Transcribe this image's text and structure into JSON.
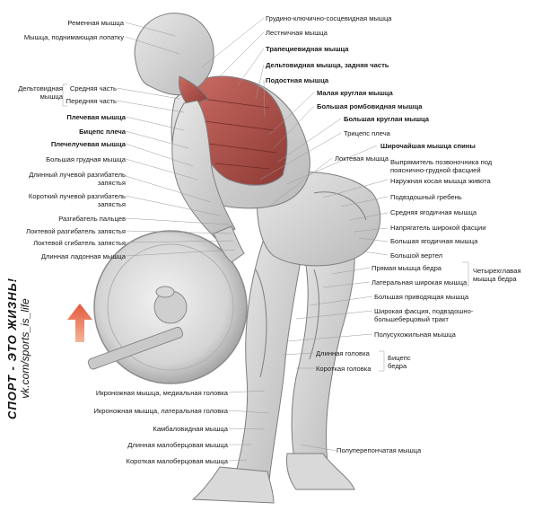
{
  "brand": {
    "slogan": "СПОРТ - ЭТО ЖИЗНЬ!",
    "link": "vk.com/sports_is_life"
  },
  "labels": {
    "remennaya": "Ременная мышца",
    "podnim_lopatku": "Мышца, поднимающая лопатку",
    "deltoid": "Дельтовидная мышца",
    "srednyaya": "Средняя часть",
    "perednyaya": "Передняя часть",
    "plechevaya": "Плечевая мышца",
    "biceps": "Бицепс плеча",
    "plecheluchevaya": "Плечелучевая мышца",
    "grudnaya": "Большая грудная мышца",
    "dlinny_luchevoy": "Длинный лучевой разгибатель запястья",
    "korotky_luchevoy": "Короткий лучевой разгибатель запястья",
    "razgib_paltsev": "Разгибатель пальцев",
    "loktevoy_razgib": "Локтевой разгибатель запястья",
    "loktevoy_sgib": "Локтевой сгибатель запястья",
    "ladonnaya": "Длинная ладонная мышца",
    "grudino": "Грудино-ключично-сосцевидная мышца",
    "lestnichnaya": "Лестничная мышца",
    "trapeciya": "Трапециевидная мышца",
    "delt_zad": "Дельтовидная мышца, задняя часть",
    "podostnaya": "Подостная мышца",
    "malaya_kruglaya": "Малая круглая мышца",
    "romboid": "Большая ромбовидная мышца",
    "bolshaya_kruglaya": "Большая круглая мышца",
    "triceps": "Трицепс плеча",
    "shirochayshaya": "Широчайшая мышца спины",
    "loktevaya": "Локтевая мышца",
    "vypryamitel": "Выпрямитель позвоночника под пояснично-грудной фасцией",
    "naruzh_kosaya": "Наружная косая мышца живота",
    "podvzdoshny": "Подвздошный гребень",
    "srednyaya_yagod": "Средняя ягодичная мышца",
    "napryagatel": "Напрягатель широкой фасции",
    "bolshaya_yagod": "Большая ягодичная мышца",
    "vertel": "Большой вертел",
    "pryamaya": "Прямая мышца бедра",
    "lateral_shirokaya": "Латеральная широкая мышца",
    "quad_group": "Четырехглавая мышца бедра",
    "privodyaschaya": "Большая приводящая мышца",
    "fasciya": "Широкая фасция, подвздошно-большеберцовый тракт",
    "polusuhozh": "Полусухожильная мышца",
    "dlinnaya_golovka": "Длинная головка",
    "korotkaya_golovka": "Короткая головка",
    "biceps_bedra": "Бицепс бедра",
    "ikro_med": "Икроножная мышца, медиальная головка",
    "ikro_lat": "Икроножная мышца, латеральная головка",
    "kambalo": "Камбаловидная мышца",
    "dlinnaya_malober": "Длинная малоберцовая мышца",
    "korotkaya_malober": "Короткая малоберцовая мышца",
    "poluperep": "Полуперепончатая мышца"
  }
}
